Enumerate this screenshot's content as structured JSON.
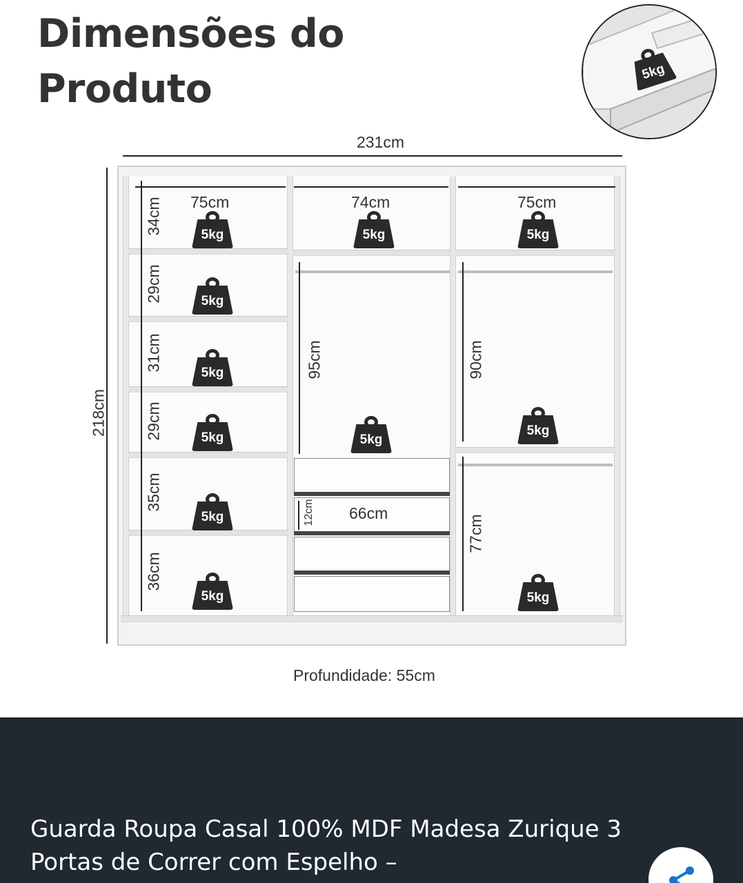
{
  "heading": {
    "line1": "Dimensões do",
    "line2": "Produto"
  },
  "inset": {
    "weight_label": "5kg"
  },
  "dimensions": {
    "width": "231cm",
    "height": "218cm",
    "depth": "Profundidade: 55cm",
    "top_left": "75cm",
    "top_center": "74cm",
    "top_right": "75cm",
    "shelves_left": [
      "34cm",
      "29cm",
      "31cm",
      "29cm",
      "35cm",
      "36cm"
    ],
    "center_hanger": "95cm",
    "right_hanger_top": "90cm",
    "right_hanger_bottom": "77cm",
    "drawer_height": "12cm",
    "drawer_width": "66cm"
  },
  "weights": {
    "label": "5kg"
  },
  "product": {
    "title": "Guarda Roupa Casal 100% MDF Madesa Zurique 3 Portas de Correr com Espelho –"
  },
  "icons": {
    "share": "share-icon"
  },
  "colors": {
    "footer_bg": "#202830",
    "share_accent": "#1a73c8"
  }
}
